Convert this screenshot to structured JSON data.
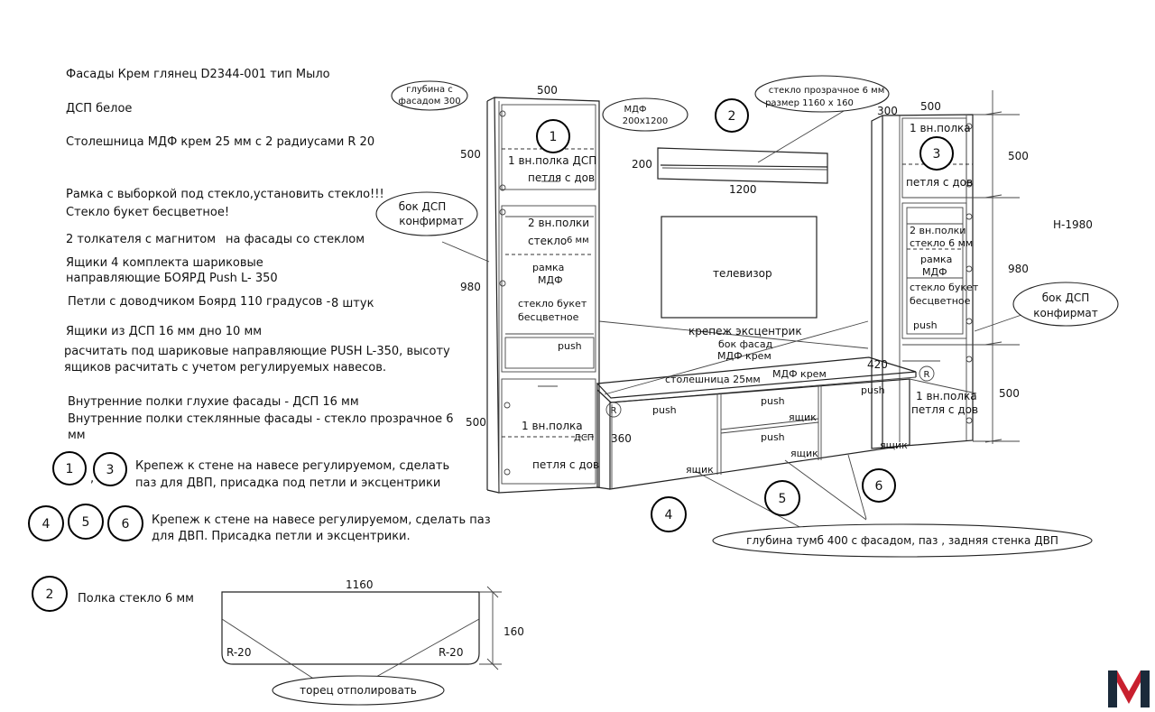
{
  "notes": {
    "facades": "Фасады Крем глянец D2344-001 тип Мыло",
    "dsp": "ДСП белое",
    "tabletop": "Столешница МДФ крем 25 мм с 2 радиусами R 20",
    "frame": "Рамка с выборкой под стекло,установить стекло!!!",
    "glass": "Стекло букет бесцветное!",
    "pushers_a": "2 толкателя с магнитом",
    "pushers_b": "на фасады со стеклом",
    "drawers_1": "Ящики 4 комплекта шариковые",
    "drawers_2": "направляющие БОЯРД Push  L- 350",
    "hinges_a": "Петли с доводчиком Боярд 110 градусов -",
    "hinges_b": "8 штук",
    "drawers_dsp": "Ящики из ДСП 16 мм дно 10 мм",
    "calc_1": "расчитать под шариковые направляющие PUSH L-350, высоту",
    "calc_2": "ящиков  расчитать  с учетом регулируемых навесов.",
    "shelves_blind": "Внутренние полки глухие фасады - ДСП 16 мм",
    "shelves_glass_1": "Внутренние полки стеклянные фасады - стекло прозрачное 6",
    "shelves_glass_2": "мм",
    "mount13_1": "Крепеж к стене на навесе регулируемом, сделать",
    "mount13_2": "паз для ДВП, присадка под петли и эксцентрики",
    "mount456_1": "Крепеж к стене на навесе регулируемом, сделать паз",
    "mount456_2": "для ДВП. Присадка петли и эксцентрики.",
    "comma": ",",
    "shelf_glass": "Полка стекло 6  мм"
  },
  "labels": {
    "depth300": [
      "глубина с",
      "фасадом 300"
    ],
    "mdf_box": [
      "МДФ",
      "200х1200"
    ],
    "glass_box": [
      "стекло прозрачное 6 мм",
      "размер 1160 х 160"
    ],
    "bok_left": [
      "бок  ДСП",
      "конфирмат"
    ],
    "bok_right": [
      "бок  ДСП",
      "конфирмат"
    ],
    "depth400": "глубина тумб 400 с фасадом, паз , задняя стенка ДВП",
    "polish": "торец отполировать",
    "tv": "телевизор",
    "eccentric": "крепеж эксцентрик",
    "bok_facade": "бок фасад",
    "mdf_cream_small": "МДФ крем",
    "tabletop25": "столешница 25мм",
    "mdf_cream": "МДФ крем",
    "h1980": "Н-1980"
  },
  "dims": {
    "d500_top_left": "500",
    "d500_left_1": "500",
    "d980_left": "980",
    "d500_left_2": "500",
    "d200": "200",
    "d1200": "1200",
    "d300": "300",
    "d500_top_right": "500",
    "d500_right_1": "500",
    "d980_right": "980",
    "d500_right_2": "500",
    "d420": "420",
    "d360": "360",
    "d1160": "1160",
    "d160": "160",
    "r20_left": "R-20",
    "r20_right": "R-20"
  },
  "left_cabinet": {
    "shelf1": "1 вн.полка ДСП",
    "hinge1": "петля с дов",
    "shelves2": "2 вн.полки",
    "glass6": "стекло",
    "glass6_unit": "6 мм",
    "frame": [
      "рамка",
      "МДФ"
    ],
    "glass_bouquet": [
      "стекло букет",
      "бесцветное"
    ],
    "push": "push",
    "shelf_low": "1 вн.полка",
    "dsp_low": "ДСП",
    "hinge_low": "петля с дов"
  },
  "right_cabinet": {
    "shelf1": "1 вн.полка",
    "hinge1": "петля с дов",
    "shelves2": [
      "2 вн.полки",
      "стекло 6 мм"
    ],
    "frame": [
      "рамка",
      "МДФ"
    ],
    "glass_bouquet": [
      "стекло букет",
      "бесцветное"
    ],
    "push": "push",
    "shelf_low": "1 вн.полка",
    "hinge_low": "петля с дов",
    "r_mark": "R"
  },
  "base": {
    "push_left": "push",
    "drawer_left": "ящик",
    "push_mid_top": "push",
    "drawer_mid_top": "ящик",
    "push_mid_bottom": "push",
    "drawer_mid_bottom": "ящик",
    "push_right": "push",
    "drawer_right": "ящик",
    "r_mark": "R"
  },
  "callouts": {
    "c1": "1",
    "c2": "2",
    "c3": "3",
    "c4": "4",
    "c5": "5",
    "c6": "6",
    "leg1": "1",
    "leg3": "3",
    "leg4": "4",
    "leg5": "5",
    "leg6": "6",
    "leg2": "2"
  },
  "logo": {
    "color_dark": "#1b2a3a",
    "color_accent": "#c8202f"
  }
}
